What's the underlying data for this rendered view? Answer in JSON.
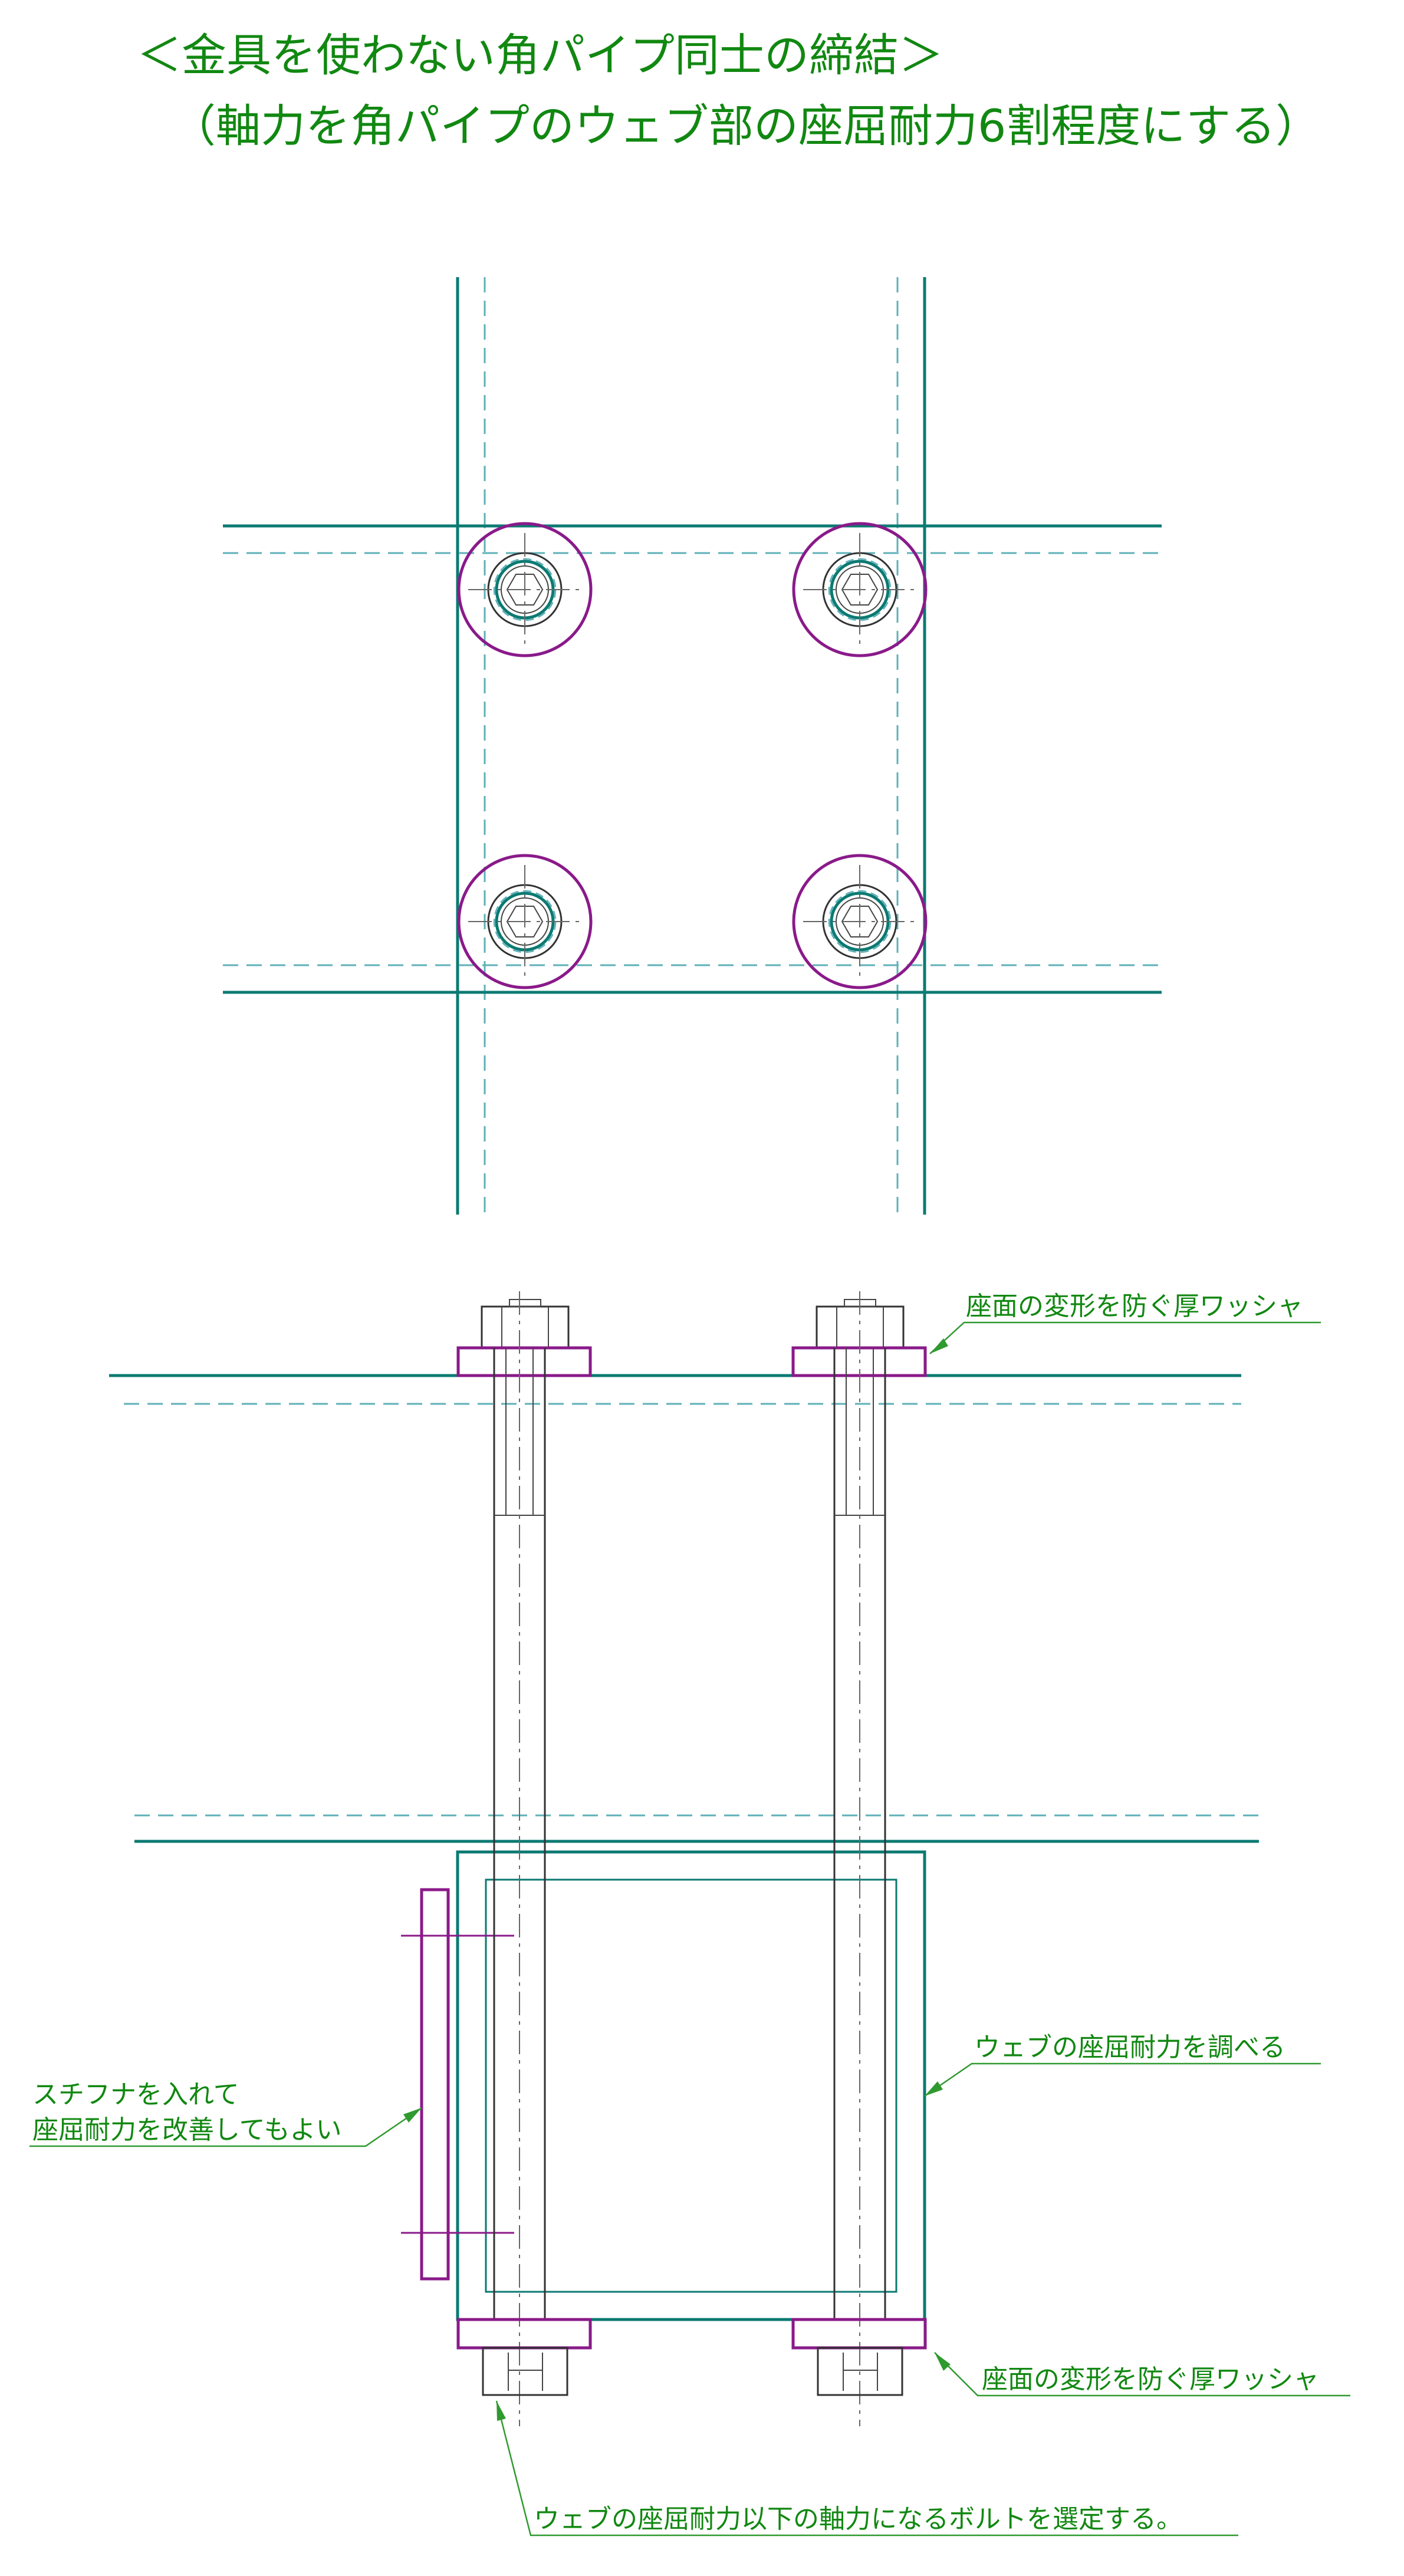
{
  "title": {
    "line1": "＜金具を使わない角パイプ同士の締結＞",
    "line2": "（軸力を角パイプのウェブ部の座屈耐力6割程度にする）"
  },
  "annotations": {
    "top_washer": "座面の変形を防ぐ厚ワッシャ",
    "web_buckling": "ウェブの座屈耐力を調べる",
    "stiffener_line1": "スチフナを入れて",
    "stiffener_line2": "座屈耐力を改善してもよい",
    "bottom_washer": "座面の変形を防ぐ厚ワッシャ",
    "bolt_selection": "ウェブの座屈耐力以下の軸力になるボルトを選定する。"
  },
  "colors": {
    "pipe_outline": "#0b7a72",
    "hidden_line": "#5fb0b8",
    "washer": "#8a1a8a",
    "bolt": "#333333",
    "text": "#118811",
    "leader": "#2f9a2f"
  }
}
